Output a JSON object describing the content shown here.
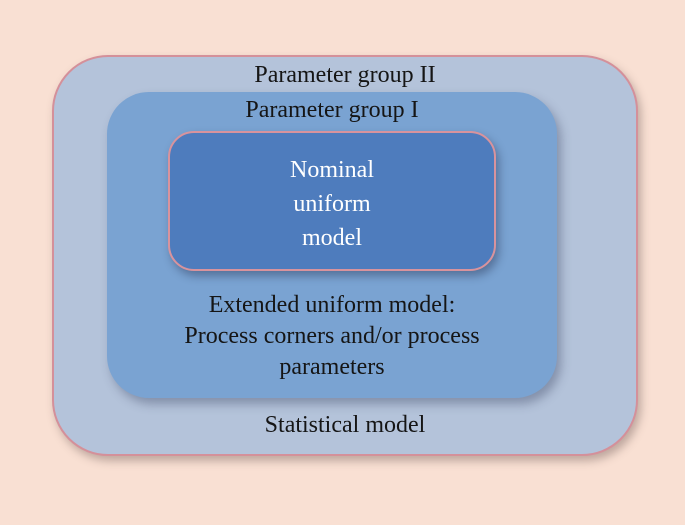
{
  "diagram": {
    "outer": {
      "title": "Parameter group II",
      "bottom_label": "Statistical model"
    },
    "middle": {
      "title": "Parameter group I",
      "text_lines": [
        "Extended uniform model:",
        "Process corners and/or process",
        "parameters"
      ]
    },
    "inner": {
      "text_lines": [
        "Nominal",
        "uniform",
        "model"
      ]
    }
  },
  "colors": {
    "background": "#f9e0d3",
    "outer_fill": "#b4c3da",
    "middle_fill": "#7aa3d2",
    "inner_fill": "#4e7cbd",
    "border_accent": "#d4909a"
  }
}
